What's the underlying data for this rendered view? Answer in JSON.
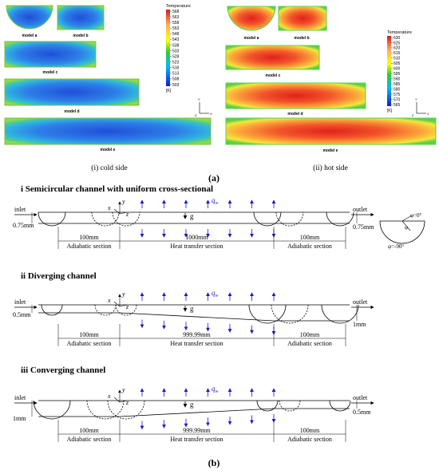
{
  "part_a": {
    "label": "(a)",
    "cold": {
      "caption": "(i) cold side",
      "legend_title": "Temperature",
      "unit": "[K]",
      "ticks": [
        "568",
        "563",
        "558",
        "553",
        "548",
        "543",
        "538",
        "533",
        "528",
        "523",
        "518",
        "513",
        "508",
        "503"
      ],
      "models": [
        "model a",
        "model b",
        "model c",
        "model d",
        "model e"
      ]
    },
    "hot": {
      "caption": "(ii) hot side",
      "legend_title": "Temperature",
      "unit": "[K]",
      "ticks": [
        "630",
        "625",
        "620",
        "615",
        "610",
        "605",
        "600",
        "595",
        "590",
        "585",
        "580",
        "575",
        "570",
        "565"
      ],
      "models": [
        "model a",
        "model b",
        "model c",
        "model d",
        "model e"
      ]
    },
    "axis": {
      "y": "Y",
      "x": "X",
      "z": "Z"
    }
  },
  "part_b": {
    "label": "(b)",
    "colors": {
      "arrow": "#1a1acc",
      "line": "#000000"
    },
    "panels": [
      {
        "title": "i  Semicircular channel with uniform cross-sectional",
        "inlet": "inlet",
        "outlet": "outlet",
        "left_dim": "0.75mm",
        "right_dim": "0.75mm",
        "sections": [
          "100mm",
          "1000mm",
          "100mm"
        ],
        "section_names": [
          "Adiabatic section",
          "Heat transfer section",
          "Adiabatic section"
        ],
        "q": "q",
        "q_sub": "w",
        "g": "g",
        "x": "x",
        "y": "y",
        "z": "z"
      },
      {
        "title": "ii  Diverging channel",
        "inlet": "inlet",
        "outlet": "outlet",
        "left_dim": "0.5mm",
        "right_dim": "1mm",
        "sections": [
          "100mm",
          "999.99mm",
          "100mm"
        ],
        "section_names": [
          "Adiabatic section",
          "Heat transfer section",
          "Adiabatic section"
        ],
        "q": "q",
        "q_sub": "w",
        "g": "g",
        "x": "x",
        "y": "y",
        "z": "z"
      },
      {
        "title": "iii  Converging channel",
        "inlet": "inlet",
        "outlet": "outlet",
        "left_dim": "1mm",
        "right_dim": "0.5mm",
        "sections": [
          "100mm",
          "999.99mm",
          "100mm"
        ],
        "section_names": [
          "Adiabatic section",
          "Heat transfer section",
          "Adiabatic section"
        ],
        "q": "q",
        "q_sub": "w",
        "g": "g",
        "x": "x",
        "y": "y",
        "z": "z"
      }
    ],
    "cross_section": {
      "phi0": "φ=0°",
      "phi": "φ",
      "phi90": "φ=-90°"
    }
  }
}
